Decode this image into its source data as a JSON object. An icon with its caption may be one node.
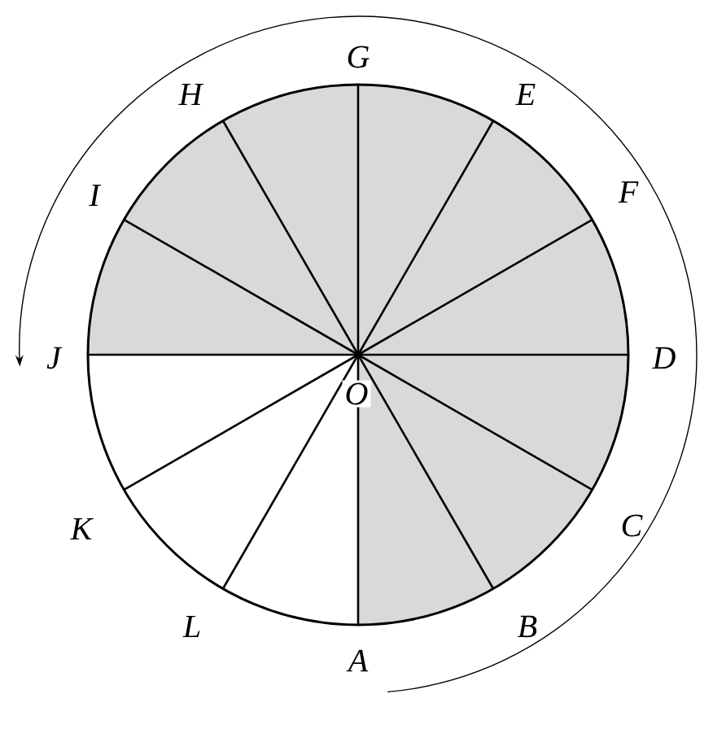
{
  "diagram": {
    "labels": [
      "G",
      "H",
      "E",
      "I",
      "F",
      "J",
      "D",
      "O",
      "K",
      "C",
      "L",
      "B",
      "A"
    ]
  }
}
